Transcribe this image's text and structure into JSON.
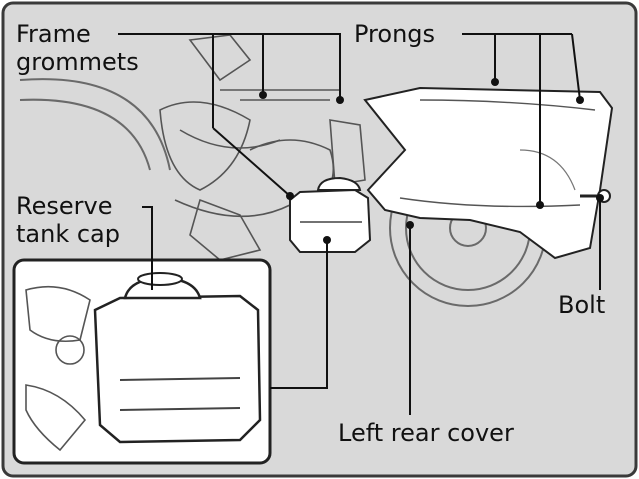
{
  "figure": {
    "background_color": "#d9d9d9",
    "frame_color": "#3a3a3a",
    "line_color": "#111111"
  },
  "labels": {
    "frame_grommets_line1": "Frame",
    "frame_grommets_line2": "grommets",
    "prongs": "Prongs",
    "reserve_tank_cap_line1": "Reserve",
    "reserve_tank_cap_line2": "tank cap",
    "bolt": "Bolt",
    "left_rear_cover": "Left rear cover"
  }
}
